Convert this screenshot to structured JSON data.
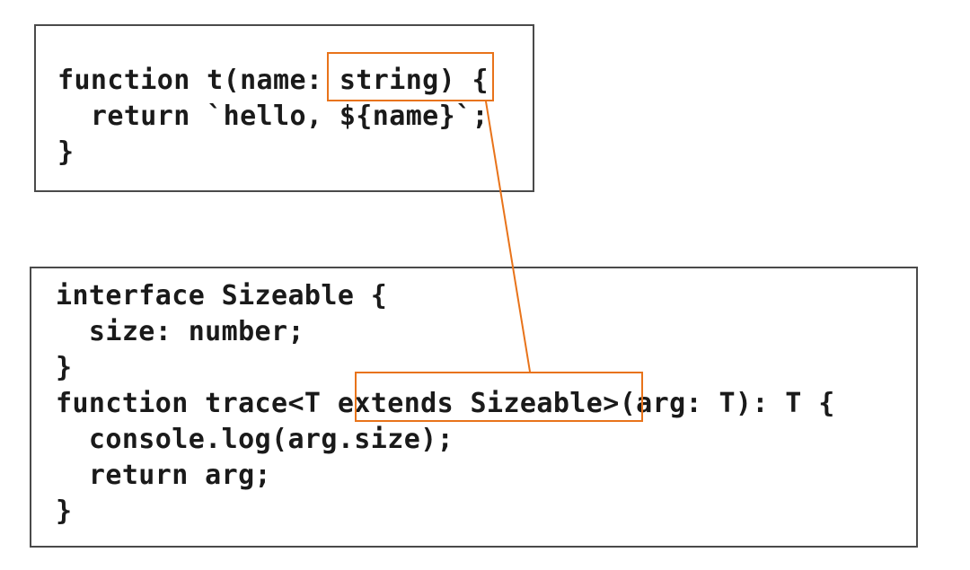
{
  "colors": {
    "box_border": "#4a4a4a",
    "highlight": "#e8731a",
    "text": "#1a1a1a",
    "background": "#ffffff"
  },
  "snippets": {
    "top": {
      "lines": [
        "function t(name: string) {",
        "  return `hello, ${name}`;",
        "}"
      ],
      "highlighted_text": ": string)"
    },
    "bottom": {
      "lines": [
        "interface Sizeable {",
        "  size: number;",
        "}",
        "function trace<T extends Sizeable>(arg: T): T {",
        "  console.log(arg.size);",
        "  return arg;",
        "}"
      ],
      "highlighted_text": "extends Sizeable>"
    }
  }
}
